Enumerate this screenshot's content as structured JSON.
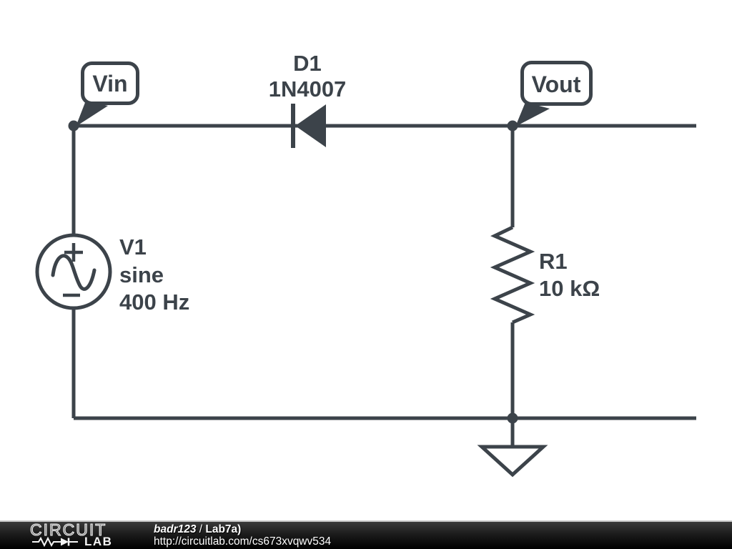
{
  "colors": {
    "schematic_ink": "#3c434a",
    "footer_text": "#ffffff",
    "footer_divider": "#c9c9c9"
  },
  "schematic": {
    "net_flags": {
      "vin": "Vin",
      "vout": "Vout"
    },
    "diode": {
      "name": "D1",
      "part": "1N4007"
    },
    "source": {
      "name": "V1",
      "waveform": "sine",
      "frequency": "400 Hz"
    },
    "resistor": {
      "name": "R1",
      "value": "10 kΩ"
    }
  },
  "footer": {
    "brand_word_top": "CIRCUIT",
    "brand_word_bottom": "LAB",
    "author": "badr123",
    "separator": " / ",
    "title": "Lab7a)",
    "url": "http://circuitlab.com/cs673xvqwv534"
  }
}
